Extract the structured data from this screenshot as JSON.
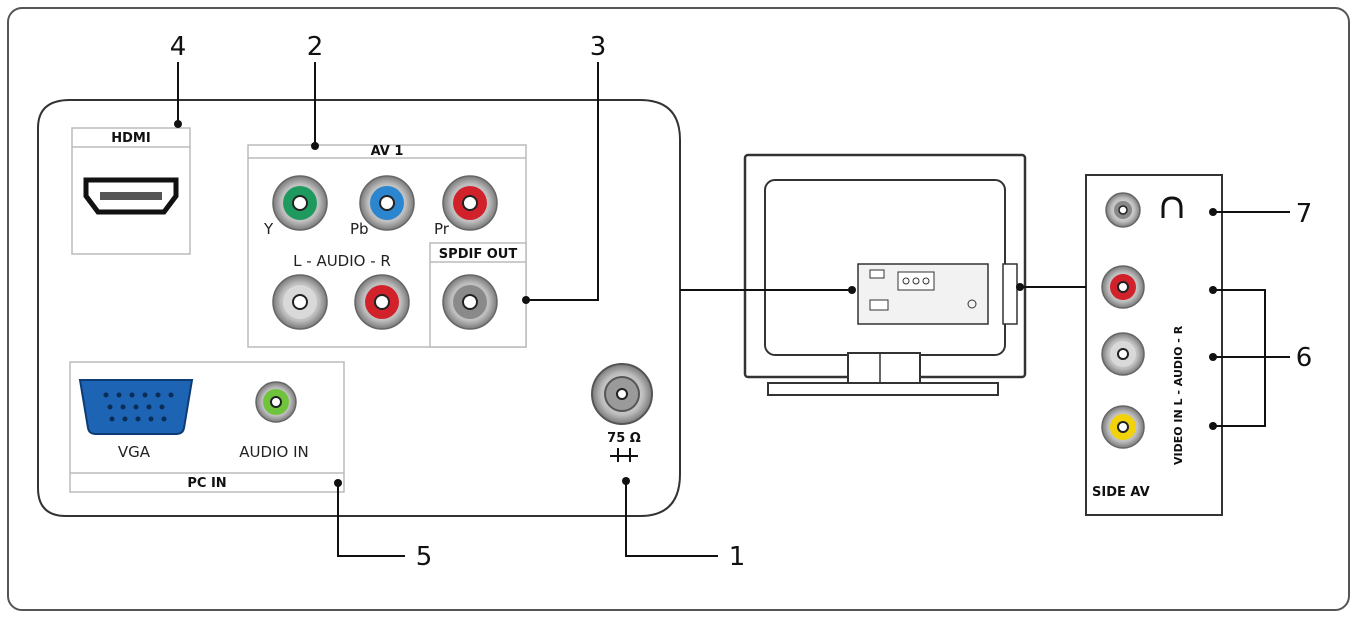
{
  "panel": {
    "hdmi_label": "HDMI",
    "av1_label": "AV 1",
    "y_label": "Y",
    "pb_label": "Pb",
    "pr_label": "Pr",
    "audio_label": "L - AUDIO - R",
    "spdif_label": "SPDIF OUT",
    "vga_label": "VGA",
    "audio_in_label": "AUDIO IN",
    "pc_in_label": "PC IN",
    "antenna_label": "75 Ω"
  },
  "side_panel": {
    "label": "SIDE AV",
    "vertical_label": "VIDEO IN L - AUDIO - R"
  },
  "callouts": {
    "c1": "1",
    "c2": "2",
    "c3": "3",
    "c4": "4",
    "c5": "5",
    "c6": "6",
    "c7": "7"
  },
  "colors": {
    "y_green": "#1f9a5e",
    "pb_blue": "#2b86cf",
    "pr_red": "#d1222c",
    "audio_white": "#d9d9d9",
    "audio_red": "#d1222c",
    "spdif_gray": "#8a8a8a",
    "vga_blue": "#1d64b5",
    "audio_in_green": "#6fc43b",
    "video_yellow": "#f2d20a"
  },
  "icons": [
    "hdmi-port-icon",
    "vga-port-icon",
    "rca-jack-icon",
    "antenna-jack-icon",
    "headphone-icon",
    "tv-back-icon"
  ]
}
